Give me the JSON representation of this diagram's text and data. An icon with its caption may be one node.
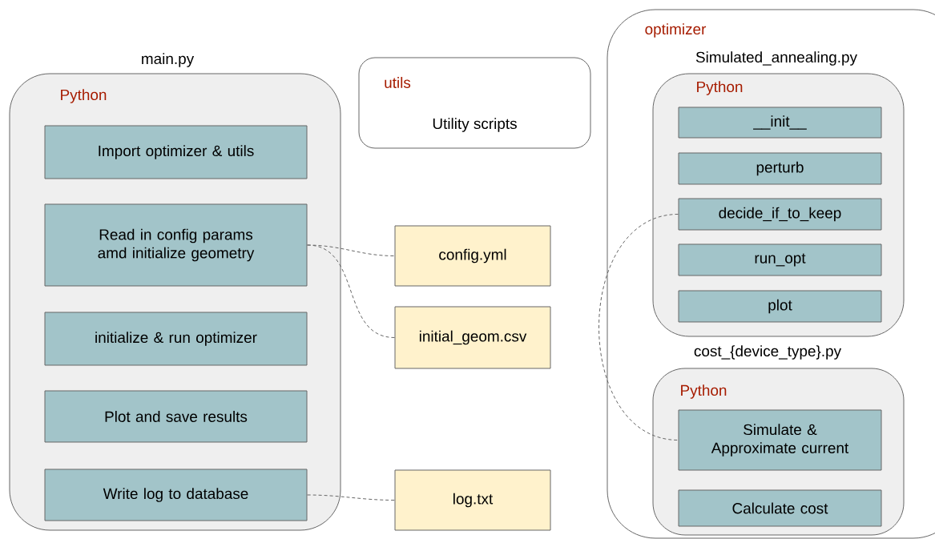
{
  "diagram": {
    "nodes": [
      {
        "text": [
          "main.py",
          "Python"
        ]
      },
      {
        "text": [
          "Import optimizer & utils"
        ],
        "in": 0
      },
      {
        "text": [
          "Read in config params amd initialize geometry"
        ],
        "in": 0
      },
      {
        "text": [
          "initialize & run optimizer"
        ],
        "in": 0
      },
      {
        "text": [
          "Plot and save results"
        ],
        "in": 0
      },
      {
        "text": [
          "Write log to database"
        ],
        "in": 0
      },
      {
        "text": [
          "utils",
          "Utility scripts"
        ]
      },
      {
        "text": [
          "config.yml"
        ]
      },
      {
        "text": [
          "initial_geom.csv"
        ]
      },
      {
        "text": [
          "log.txt"
        ]
      },
      {
        "text": [
          "optimizer"
        ]
      },
      {
        "text": [
          "Simulated_annealing.py",
          "Python"
        ],
        "in": 10
      },
      {
        "text": [
          "__init__"
        ],
        "in": 11
      },
      {
        "text": [
          "perturb"
        ],
        "in": 11
      },
      {
        "text": [
          "decide_if_to_keep"
        ],
        "in": 11
      },
      {
        "text": [
          "run_opt"
        ],
        "in": 11
      },
      {
        "text": [
          "plot"
        ],
        "in": 11
      },
      {
        "text": [
          "cost_{device_type}.py",
          "Python"
        ],
        "in": 10
      },
      {
        "text": [
          "Simulate & Approximate current"
        ],
        "in": 17
      },
      {
        "text": [
          "Calculate cost"
        ],
        "in": 17
      }
    ],
    "edges": [
      {
        "from": 2,
        "to": 7,
        "arrow": "none",
        "style": "dashed"
      },
      {
        "from": 2,
        "to": 8,
        "arrow": "none",
        "style": "dashed"
      },
      {
        "from": 5,
        "to": 9,
        "arrow": "none",
        "style": "dashed"
      },
      {
        "from": 14,
        "to": 18,
        "arrow": "none",
        "style": "dashed"
      }
    ]
  }
}
